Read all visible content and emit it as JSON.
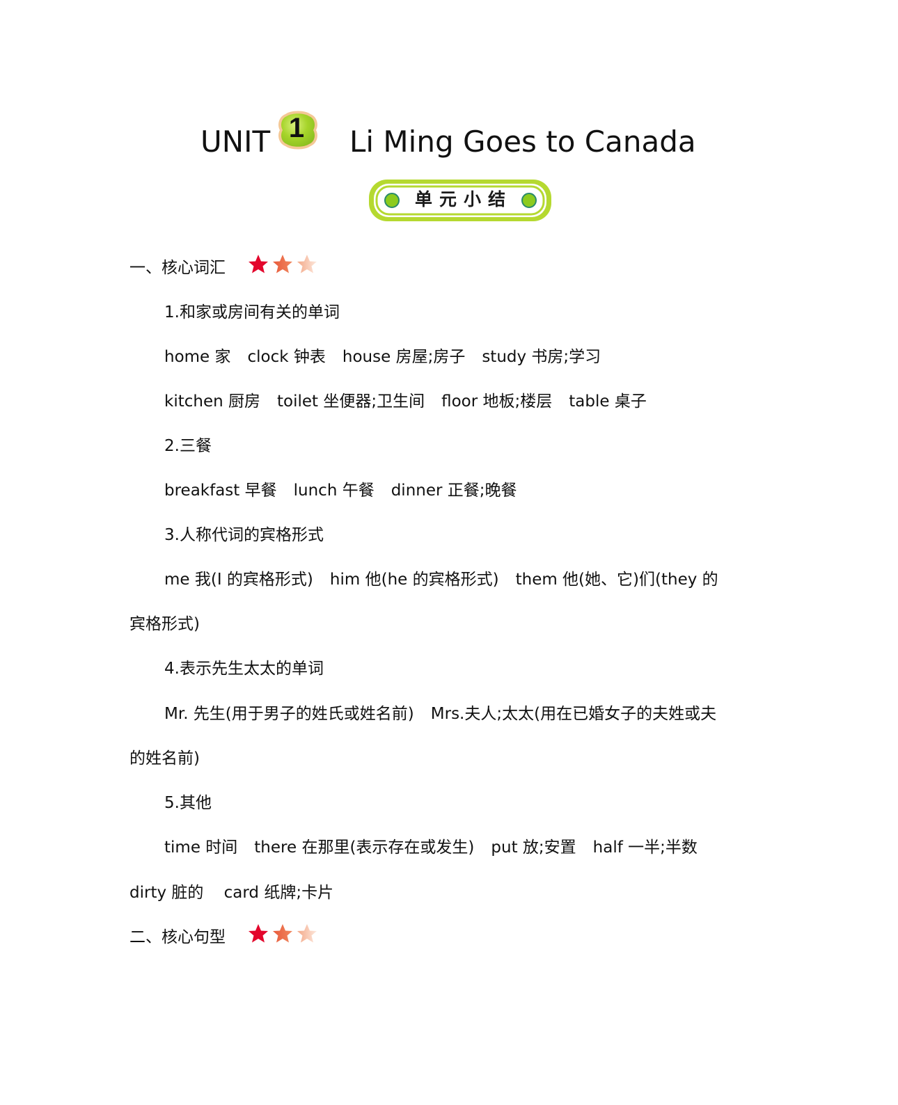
{
  "header": {
    "unit_label": "UNIT",
    "unit_number": "1",
    "title": "Li Ming Goes to Canada",
    "summary_badge": "单元小结",
    "badge_colors": {
      "badge_fill": "#a6d42a",
      "badge_outline": "#f2c89a",
      "frame_green": "#b5d930",
      "dot_green": "#8ccb1e",
      "dot_outline": "#2a8a6a"
    }
  },
  "sections": [
    {
      "heading": "一、核心词汇",
      "stars": {
        "count": 3,
        "colors": [
          "#e3062c",
          "#ec6b45",
          "#f7cbb4"
        ]
      },
      "groups": [
        {
          "title": "1.和家或房间有关的单词",
          "lines": [
            [
              "home 家",
              "clock 钟表",
              "house 房屋;房子",
              "study 书房;学习"
            ],
            [
              "kitchen 厨房",
              "toilet 坐便器;卫生间",
              "floor 地板;楼层",
              "table 桌子"
            ]
          ]
        },
        {
          "title": "2.三餐",
          "lines": [
            [
              "breakfast 早餐",
              "lunch 午餐",
              "dinner 正餐;晚餐"
            ]
          ]
        },
        {
          "title": "3.人称代词的宾格形式",
          "lines": [
            [
              "me 我(I 的宾格形式)",
              "him 他(he 的宾格形式)",
              "them 他(她、它)们(they 的"
            ]
          ],
          "continuation": "宾格形式)"
        },
        {
          "title": "4.表示先生太太的单词",
          "lines": [
            [
              "Mr. 先生(用于男子的姓氏或姓名前)",
              "Mrs.夫人;太太(用在已婚女子的夫姓或夫"
            ]
          ],
          "continuation": "的姓名前)"
        },
        {
          "title": "5.其他",
          "lines": [
            [
              "time 时间",
              "there 在那里(表示存在或发生)",
              "put 放;安置",
              "half 一半;半数"
            ]
          ],
          "continuation": "dirty 脏的    card 纸牌;卡片"
        }
      ]
    },
    {
      "heading": "二、核心句型",
      "stars": {
        "count": 3,
        "colors": [
          "#e3062c",
          "#ec6b45",
          "#f7cbb4"
        ]
      }
    }
  ]
}
